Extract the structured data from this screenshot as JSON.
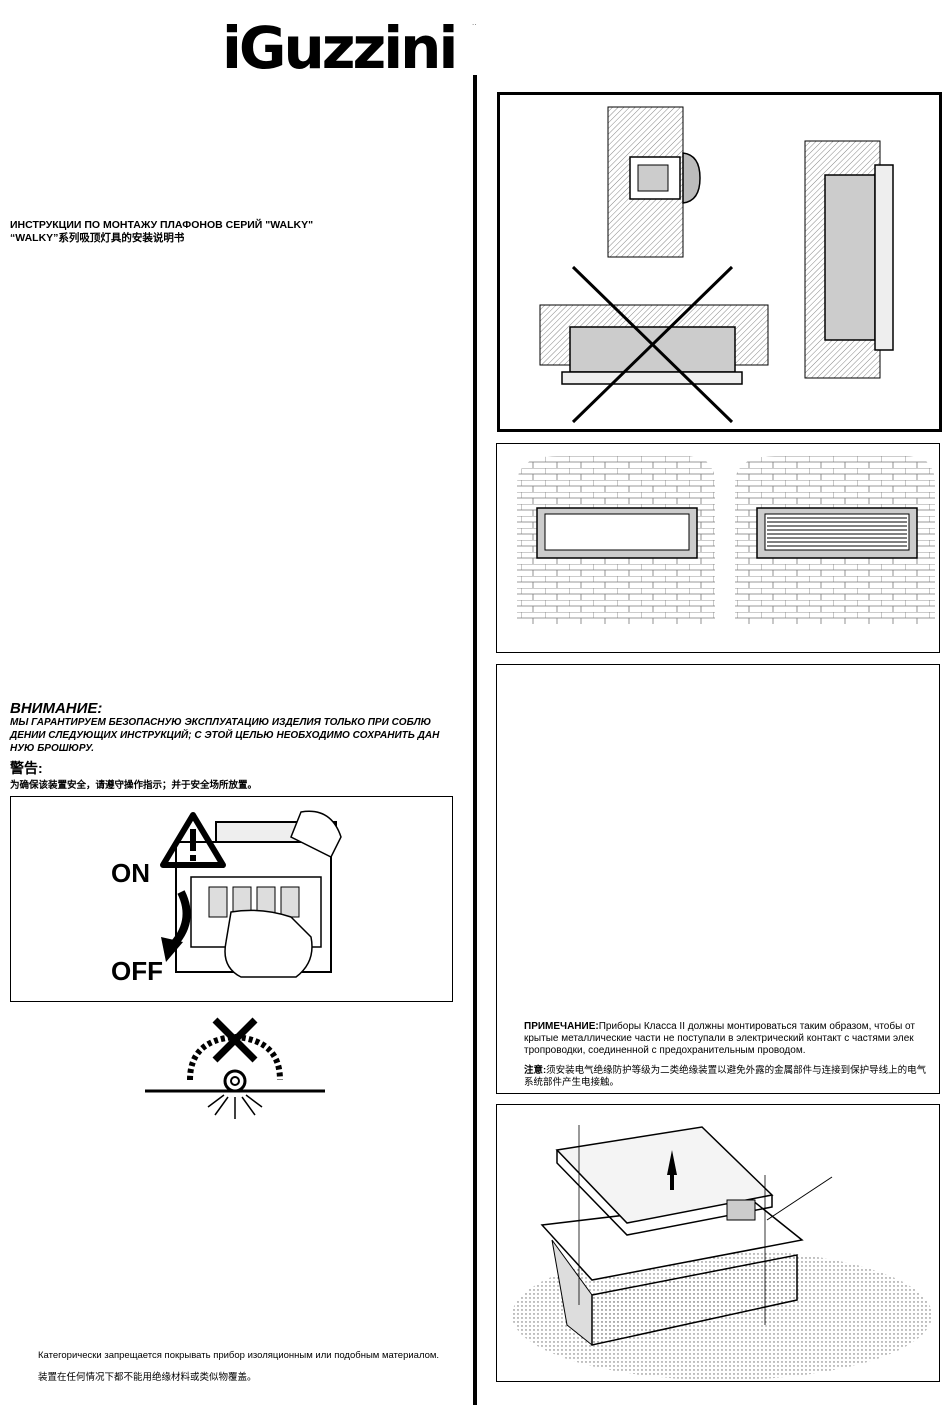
{
  "brand": {
    "logo_text": "iGuzzini",
    "corner_mark": "..",
    "logo_color": "#000000"
  },
  "title": {
    "line1": "ИНСТРУКЦИИ ПО МОНТАЖУ ПЛАФОНОВ СЕРИЙ \"WALKY\"",
    "line2": "“WALKY”系列吸顶灯具的安装说明书"
  },
  "warning": {
    "heading": "ВНИМАНИЕ:",
    "text": "МЫ ГАРАНТИРУЕМ БЕЗОПАСНУЮ ЭКСПЛУАТАЦИЮ ИЗДЕЛИЯ ТОЛЬКО ПРИ СОБЛЮ ДЕНИИ СЛЕДУЮЩИХ ИНСТРУКЦИЙ; С ЭТОЙ ЦЕЛЬЮ НЕОБХОДИМО СОХРАНИТЬ ДАН НУЮ БРОШЮРУ.",
    "cn_heading": "警告:",
    "cn_text": "为确保该装置安全，请遵守操作指示；并于安全场所放置。"
  },
  "switch_figure": {
    "on_label": "ON",
    "off_label": "OFF",
    "icon": "warning-triangle-icon"
  },
  "note": {
    "label": "ПРИМЕЧАНИЕ:",
    "text": "Приборы Класса II должны монтироваться таким образом, чтобы от крытые металлические части не поступали в электрический контакт с частями элек тропроводки, соединенной с предохранительным проводом.",
    "cn_label": "注意:",
    "cn_text": "须安装电气绝缘防护等级为二类绝缘装置以避免外露的金属部件与连接到保护导线上的电气系统部件产生电接触。"
  },
  "footer": {
    "ru": "Категорически запрещается покрывать прибор изоляционным или подобным материалом.",
    "cn": "装置在任何情况下都不能用绝缘材料或类似物覆盖。"
  }
}
